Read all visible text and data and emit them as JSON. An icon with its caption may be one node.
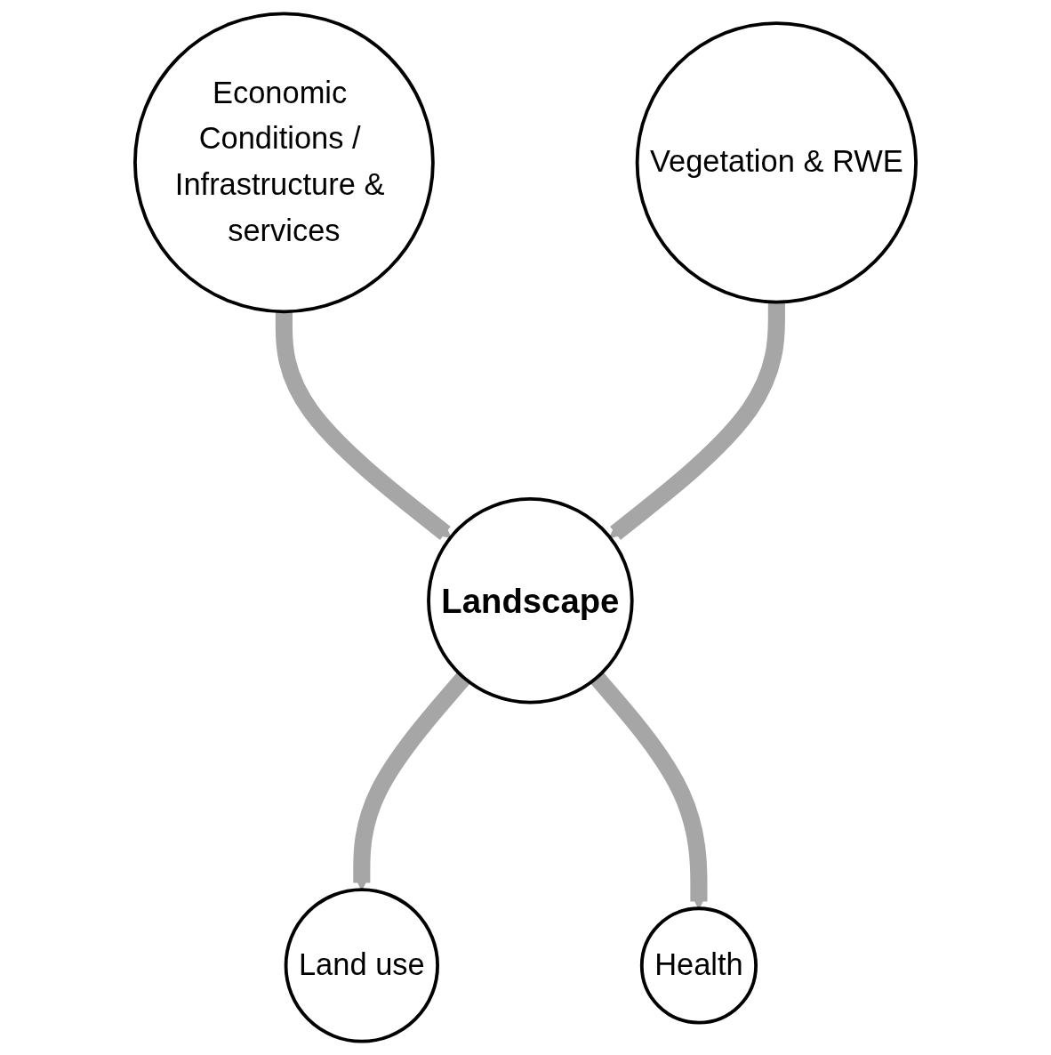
{
  "diagram": {
    "nodes": [
      {
        "text": [
          "Economic Conditions / Infrastructure & services"
        ]
      },
      {
        "text": [
          "Landscape"
        ]
      },
      {
        "text": [
          "Land use"
        ]
      },
      {
        "text": [
          "Health"
        ]
      },
      {
        "text": [
          "Vegetation & RWE"
        ]
      }
    ],
    "edges": [
      {
        "from": 0,
        "to": 1,
        "arrow": "to"
      },
      {
        "from": 1,
        "to": 2,
        "arrow": "to"
      },
      {
        "from": 1,
        "to": 3,
        "arrow": "to"
      },
      {
        "from": 4,
        "to": 1,
        "arrow": "to"
      }
    ]
  }
}
